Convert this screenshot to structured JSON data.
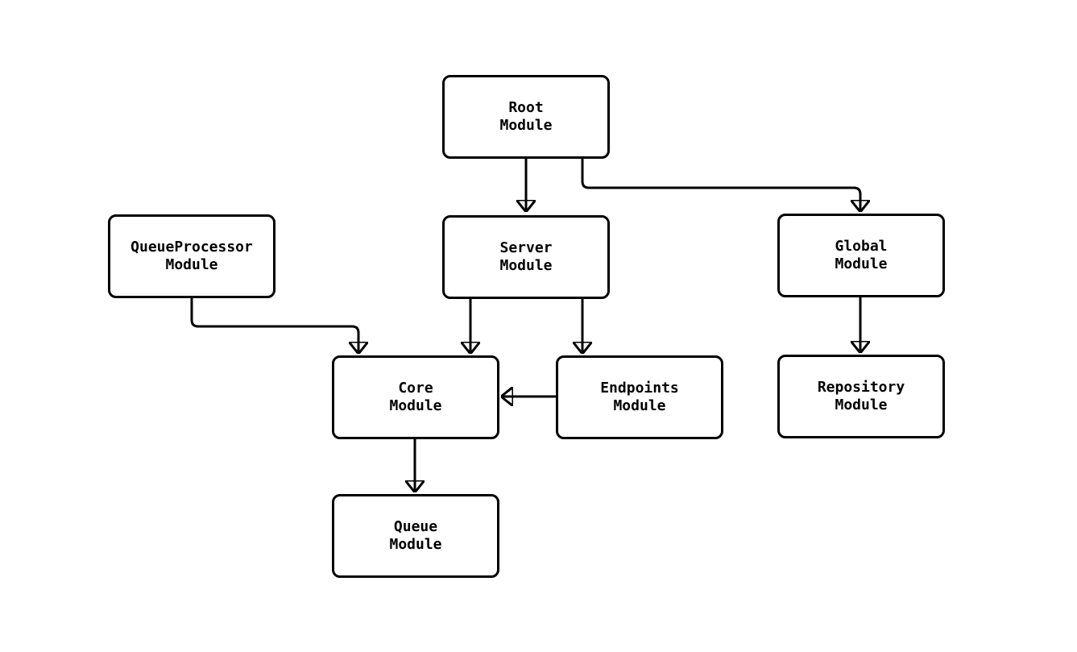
{
  "diagram": {
    "type": "flowchart",
    "direction": "top-down",
    "colors": {
      "background": "#ffffff",
      "node_fill": "#ffffff",
      "node_border": "#000000",
      "edge": "#000000",
      "text": "#000000"
    },
    "nodes": {
      "root": {
        "label": "Root\nModule"
      },
      "queue_processor": {
        "label": "QueueProcessor\nModule"
      },
      "server": {
        "label": "Server\nModule"
      },
      "global": {
        "label": "Global\nModule"
      },
      "core": {
        "label": "Core\nModule"
      },
      "endpoints": {
        "label": "Endpoints\nModule"
      },
      "repository": {
        "label": "Repository\nModule"
      },
      "queue": {
        "label": "Queue\nModule"
      }
    },
    "edges": [
      {
        "from": "Root Module",
        "to": "Server Module"
      },
      {
        "from": "Root Module",
        "to": "Global Module"
      },
      {
        "from": "QueueProcessor Module",
        "to": "Core Module"
      },
      {
        "from": "Server Module",
        "to": "Core Module"
      },
      {
        "from": "Server Module",
        "to": "Endpoints Module"
      },
      {
        "from": "Endpoints Module",
        "to": "Core Module"
      },
      {
        "from": "Core Module",
        "to": "Queue Module"
      },
      {
        "from": "Global Module",
        "to": "Repository Module"
      }
    ]
  }
}
